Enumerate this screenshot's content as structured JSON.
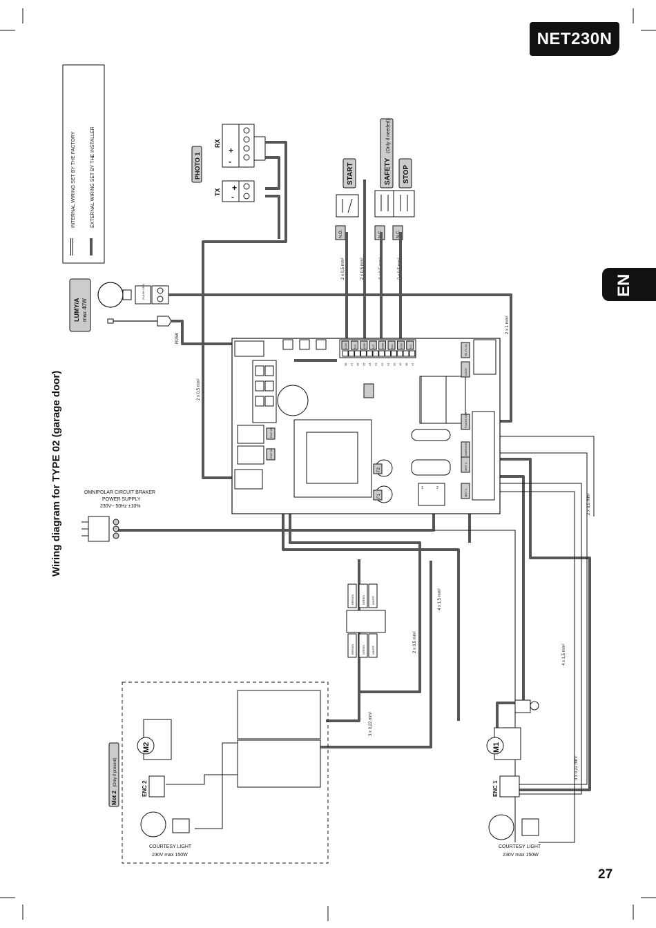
{
  "header": {
    "model": "NET230N",
    "language": "EN",
    "page_number": "27"
  },
  "title": "Wiring diagram for TYPE 02 (garage door)",
  "legend": {
    "internal": "INTERNAL WIRING SET BY THE FACTORY",
    "external": "EXTERNAL WIRING SET BY THE INSTALLER"
  },
  "photo": {
    "label": "PHOTO 1",
    "rx": "RX",
    "tx": "TX",
    "plus": "+",
    "minus": "-"
  },
  "inputs": [
    {
      "label": "START",
      "contact": "N.O.",
      "cable": "2 x 0,5 mm²"
    },
    {
      "label": "SAFETY",
      "note": "(Only if needed)",
      "contact": "N.C.",
      "cable": "2 x 0,5 mm²"
    },
    {
      "label": "STOP",
      "contact": "N.C.",
      "cable": "2 x 0,5 mm²"
    }
  ],
  "extra_cable": "2 x 0,5 mm²",
  "lamp": {
    "label": "LUMY/A",
    "rating": "max 40W",
    "terminal": "FLASH 230V"
  },
  "antenna": {
    "cable": "RG58"
  },
  "cables": {
    "photo": "2 x 0,5 mm²",
    "flash": "2 x 1 mm²",
    "right": "2 x 0,5 mm²",
    "motor1": "4 x 1,5 mm²",
    "main": "4 x 1,5 mm²",
    "enc_main": "2 x 0,5 mm²",
    "enc1": "3 x 0,22 mm²",
    "enc2": "3 x 0,22 mm²"
  },
  "power": {
    "line1": "OMNIPOLAR CIRCUIT BRAKER",
    "line2": "POWER SUPPLY",
    "line3": "230V~ 50Hz ±10%"
  },
  "board": {
    "terminals_top": [
      "28",
      "27",
      "26",
      "25",
      "24",
      "23",
      "22",
      "21",
      "20",
      "19",
      "18",
      "17"
    ],
    "terminal_tags": [
      "COM",
      "N.O.",
      "COM",
      "N.C.",
      "COM",
      "N.C.",
      "COM",
      "N.C."
    ],
    "right_tags": [
      "WL.FL.24",
      "LOCK",
      "FLASH 230V",
      "WARNING",
      "MOT 2",
      "MOT 1"
    ],
    "fuses": [
      "F2",
      "F1"
    ],
    "enc_tags": [
      "ENC M2",
      "ENC M1"
    ],
    "power_numbers": [
      "1",
      "2"
    ]
  },
  "wire_colors": {
    "top": [
      "BROWN",
      "GREEN",
      "WHITE"
    ],
    "bottom": [
      "BROWN",
      "GREEN",
      "WHITE"
    ]
  },
  "motor2": {
    "label": "M2",
    "encoder": "ENC 2",
    "optional_title": "Mot 2",
    "optional_note": "(Only if present)",
    "light": "COURTESY LIGHT",
    "light_rating": "230V  max 150W"
  },
  "motor1": {
    "label": "M1",
    "encoder": "ENC 1",
    "light": "COURTESY LIGHT",
    "light_rating": "230V  max 150W"
  },
  "colors": {
    "wire": "#555555",
    "wire_light": "#9a9a9a",
    "box": "#cccccc",
    "ink": "#111111"
  }
}
